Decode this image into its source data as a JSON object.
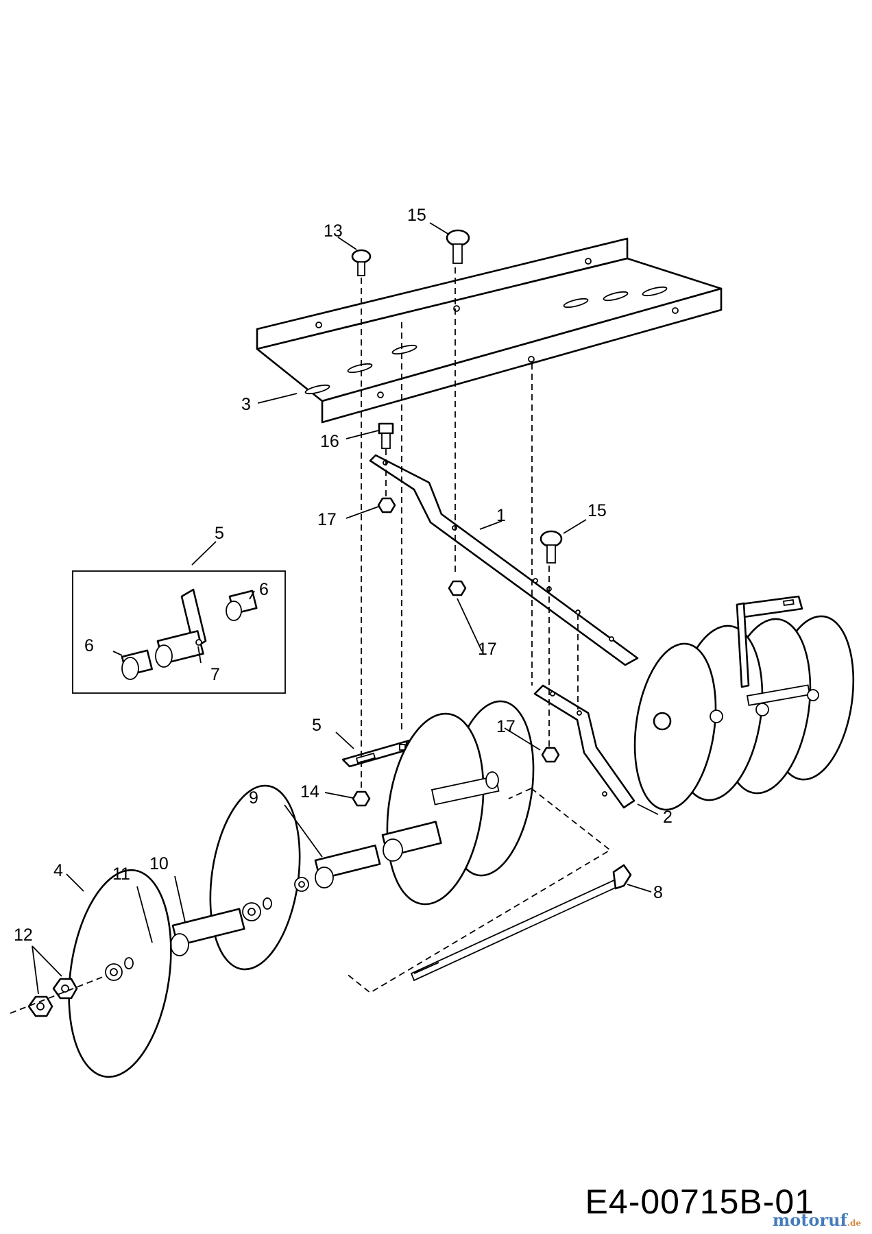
{
  "callouts": {
    "c1": "1",
    "c2": "2",
    "c3": "3",
    "c4": "4",
    "c5a": "5",
    "c5b": "5",
    "c6a": "6",
    "c6b": "6",
    "c7": "7",
    "c8": "8",
    "c9": "9",
    "c10": "10",
    "c11": "11",
    "c12": "12",
    "c13": "13",
    "c14": "14",
    "c15a": "15",
    "c15b": "15",
    "c16": "16",
    "c17a": "17",
    "c17b": "17",
    "c17c": "17"
  },
  "document_code": "E4-00715B-01",
  "watermark": "motoruf",
  "watermark_tld": ".de"
}
